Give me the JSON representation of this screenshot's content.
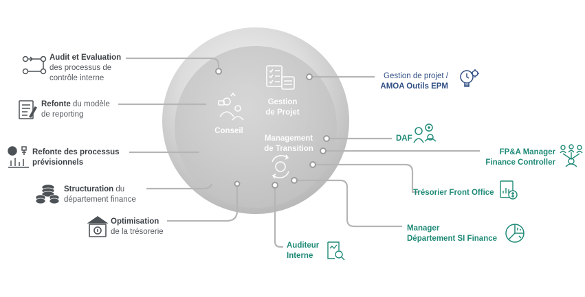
{
  "center": {
    "conseil": "Conseil",
    "gestion_l1": "Gestion",
    "gestion_l2": "de Projet",
    "management_l1": "Management",
    "management_l2": "de Transition"
  },
  "left": [
    {
      "bold": "Audit et Evaluation",
      "rest": "",
      "line2": "des processus de",
      "line3": "contrôle interne",
      "icon": "process-flow-icon"
    },
    {
      "bold": "Refonte",
      "rest": " du modèle",
      "line2": "de reporting",
      "line3": "",
      "icon": "report-checklist-icon"
    },
    {
      "bold": "Refonte des processus",
      "rest": "",
      "line2": "prévisionnels",
      "line3": "",
      "icon": "forecast-chart-icon"
    },
    {
      "bold": "Structuration",
      "rest": " du",
      "line2": "département finance",
      "line3": "",
      "icon": "coins-stack-icon"
    },
    {
      "bold": "Optimisation",
      "rest": "",
      "line2": "de la trésorerie",
      "line3": "",
      "icon": "safe-treasury-icon"
    }
  ],
  "right": [
    {
      "line1": "Gestion de projet /",
      "line2": "AMOA Outils EPM",
      "icon": "gear-bulb-icon"
    },
    {
      "line1": "DAF",
      "icon": "daf-team-icon"
    },
    {
      "line1": "FP&A Manager",
      "line2": "Finance Controller",
      "icon": "people-network-icon"
    },
    {
      "line1": "Trésorier Front Office",
      "icon": "treasury-report-icon"
    },
    {
      "line1": "Manager",
      "line2": "Département SI Finance",
      "icon": "pie-chart-icon"
    },
    {
      "line1": "Auditeur",
      "line2": "Interne",
      "icon": "audit-search-icon"
    }
  ],
  "colors": {
    "connector": "#b5b5b5",
    "left_text": "#3c4146",
    "blue": "#2f4e83",
    "green": "#1f8a77"
  }
}
